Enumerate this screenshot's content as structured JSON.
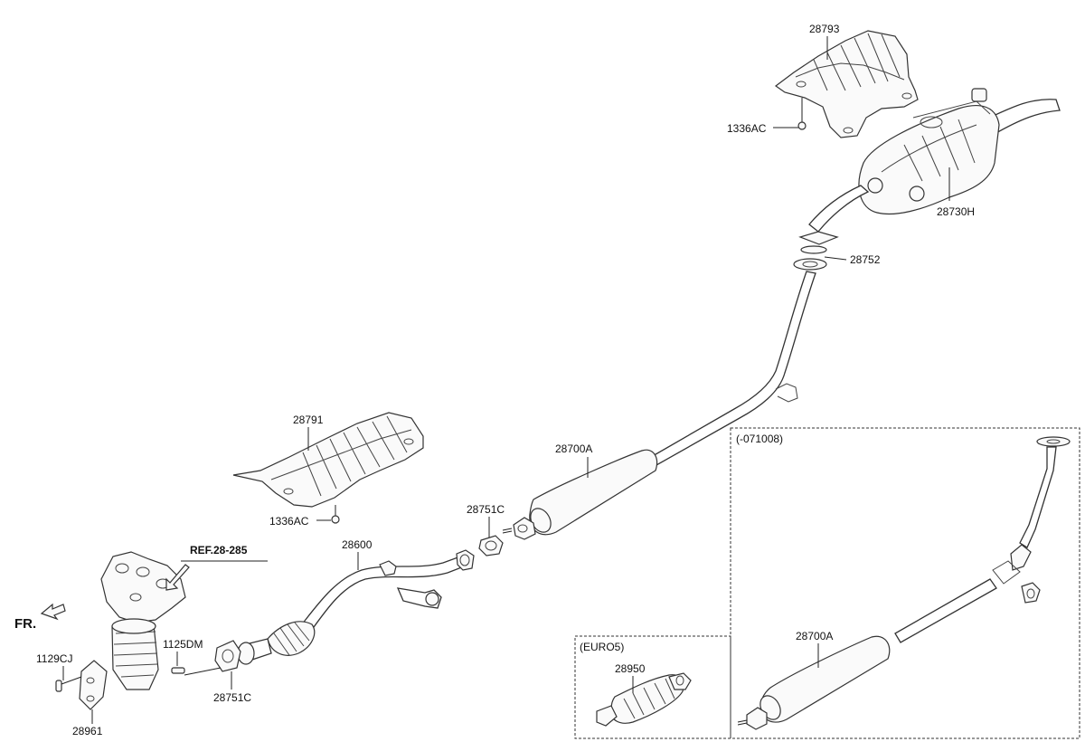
{
  "diagram": {
    "labels": {
      "p28793": "28793",
      "p1336ac_top": "1336AC",
      "p28730h": "28730H",
      "p28752": "28752",
      "p28791": "28791",
      "p1336ac_mid": "1336AC",
      "p28700a": "28700A",
      "p28751c_top": "28751C",
      "p28600": "28600",
      "ref": "REF.28-285",
      "fr": "FR.",
      "p1125dm": "1125DM",
      "p1129cj": "1129CJ",
      "p28751c_bot": "28751C",
      "p28961": "28961",
      "inset_a_title": "(-071008)",
      "inset_a_part": "28700A",
      "inset_b_title": "(EURO5)",
      "inset_b_part": "28950"
    }
  }
}
